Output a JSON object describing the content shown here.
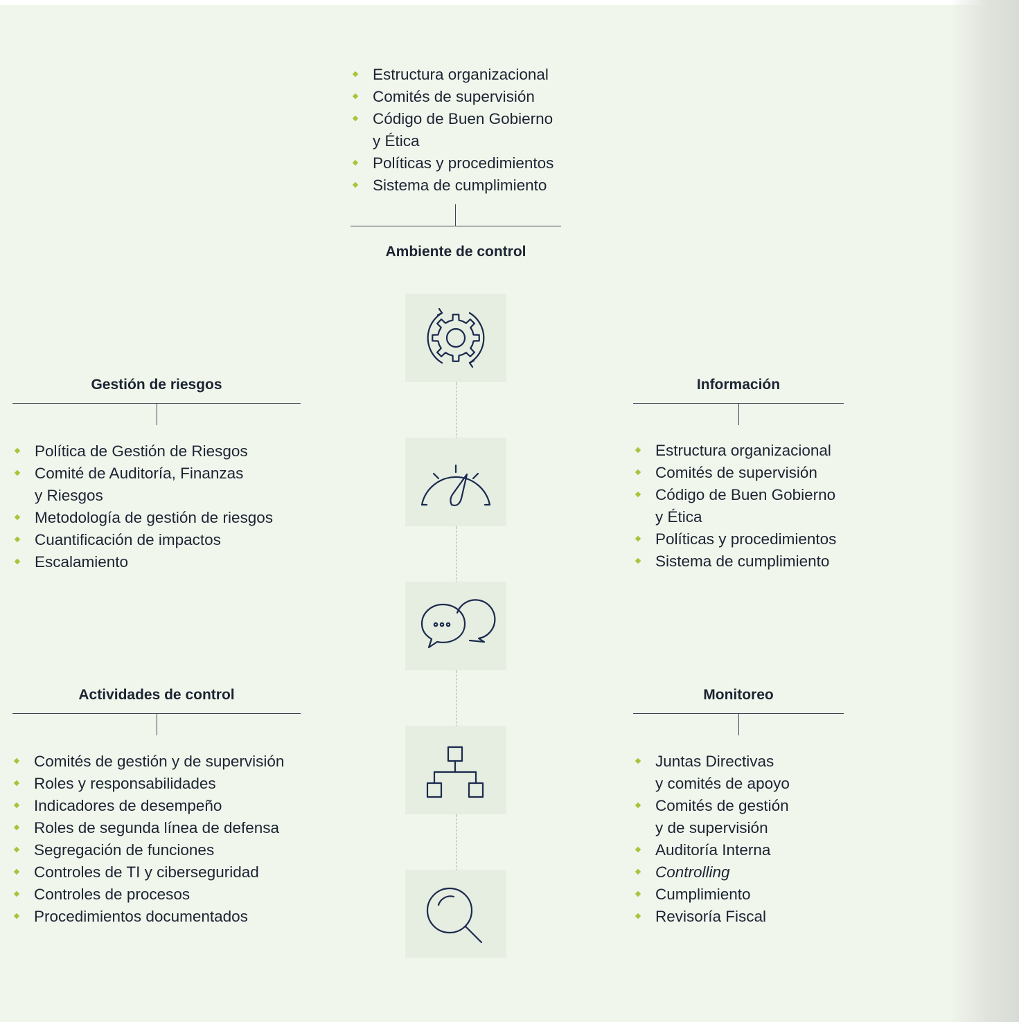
{
  "sections": {
    "ambiente": {
      "heading": "Ambiente de control",
      "items": [
        {
          "lines": [
            "Estructura organizacional"
          ]
        },
        {
          "lines": [
            "Comités de supervisión"
          ]
        },
        {
          "lines": [
            "Código de Buen Gobierno",
            "y Ética"
          ]
        },
        {
          "lines": [
            "Políticas y procedimientos"
          ]
        },
        {
          "lines": [
            "Sistema de cumplimiento"
          ]
        }
      ]
    },
    "riesgos": {
      "heading": "Gestión de riesgos",
      "items": [
        {
          "lines": [
            "Política de Gestión de Riesgos"
          ]
        },
        {
          "lines": [
            "Comité de Auditoría, Finanzas",
            "y Riesgos"
          ]
        },
        {
          "lines": [
            "Metodología de gestión de riesgos"
          ]
        },
        {
          "lines": [
            "Cuantificación de impactos"
          ]
        },
        {
          "lines": [
            "Escalamiento"
          ]
        }
      ]
    },
    "informacion": {
      "heading": "Información",
      "items": [
        {
          "lines": [
            "Estructura organizacional"
          ]
        },
        {
          "lines": [
            "Comités de supervisión"
          ]
        },
        {
          "lines": [
            "Código de Buen Gobierno",
            "y Ética"
          ]
        },
        {
          "lines": [
            "Políticas y procedimientos"
          ]
        },
        {
          "lines": [
            "Sistema de cumplimiento"
          ]
        }
      ]
    },
    "actividades": {
      "heading": "Actividades de control",
      "items": [
        {
          "lines": [
            "Comités de gestión y de supervisión"
          ]
        },
        {
          "lines": [
            "Roles y responsabilidades"
          ]
        },
        {
          "lines": [
            "Indicadores de desempeño"
          ]
        },
        {
          "lines": [
            "Roles de segunda línea de defensa"
          ]
        },
        {
          "lines": [
            "Segregación de funciones"
          ]
        },
        {
          "lines": [
            "Controles de TI y ciberseguridad"
          ]
        },
        {
          "lines": [
            "Controles de procesos"
          ]
        },
        {
          "lines": [
            "Procedimientos documentados"
          ]
        }
      ]
    },
    "monitoreo": {
      "heading": "Monitoreo",
      "items": [
        {
          "lines": [
            "Juntas Directivas",
            "y comités de apoyo"
          ]
        },
        {
          "lines": [
            "Comités de gestión",
            "y de supervisión"
          ]
        },
        {
          "lines": [
            "Auditoría Interna"
          ]
        },
        {
          "lines": [
            "Controlling"
          ],
          "italic": true
        },
        {
          "lines": [
            "Cumplimiento"
          ]
        },
        {
          "lines": [
            "Revisoría Fiscal"
          ]
        }
      ]
    }
  },
  "icons": [
    "gear-cycle-icon",
    "speedometer-icon",
    "chat-bubbles-icon",
    "hierarchy-icon",
    "magnifier-icon"
  ],
  "colors": {
    "background": "#f1f6ed",
    "bullet": "#a6c53b",
    "icon_stroke": "#1b2a4e",
    "icon_box": "#e6ede1",
    "text": "#1c2432"
  }
}
